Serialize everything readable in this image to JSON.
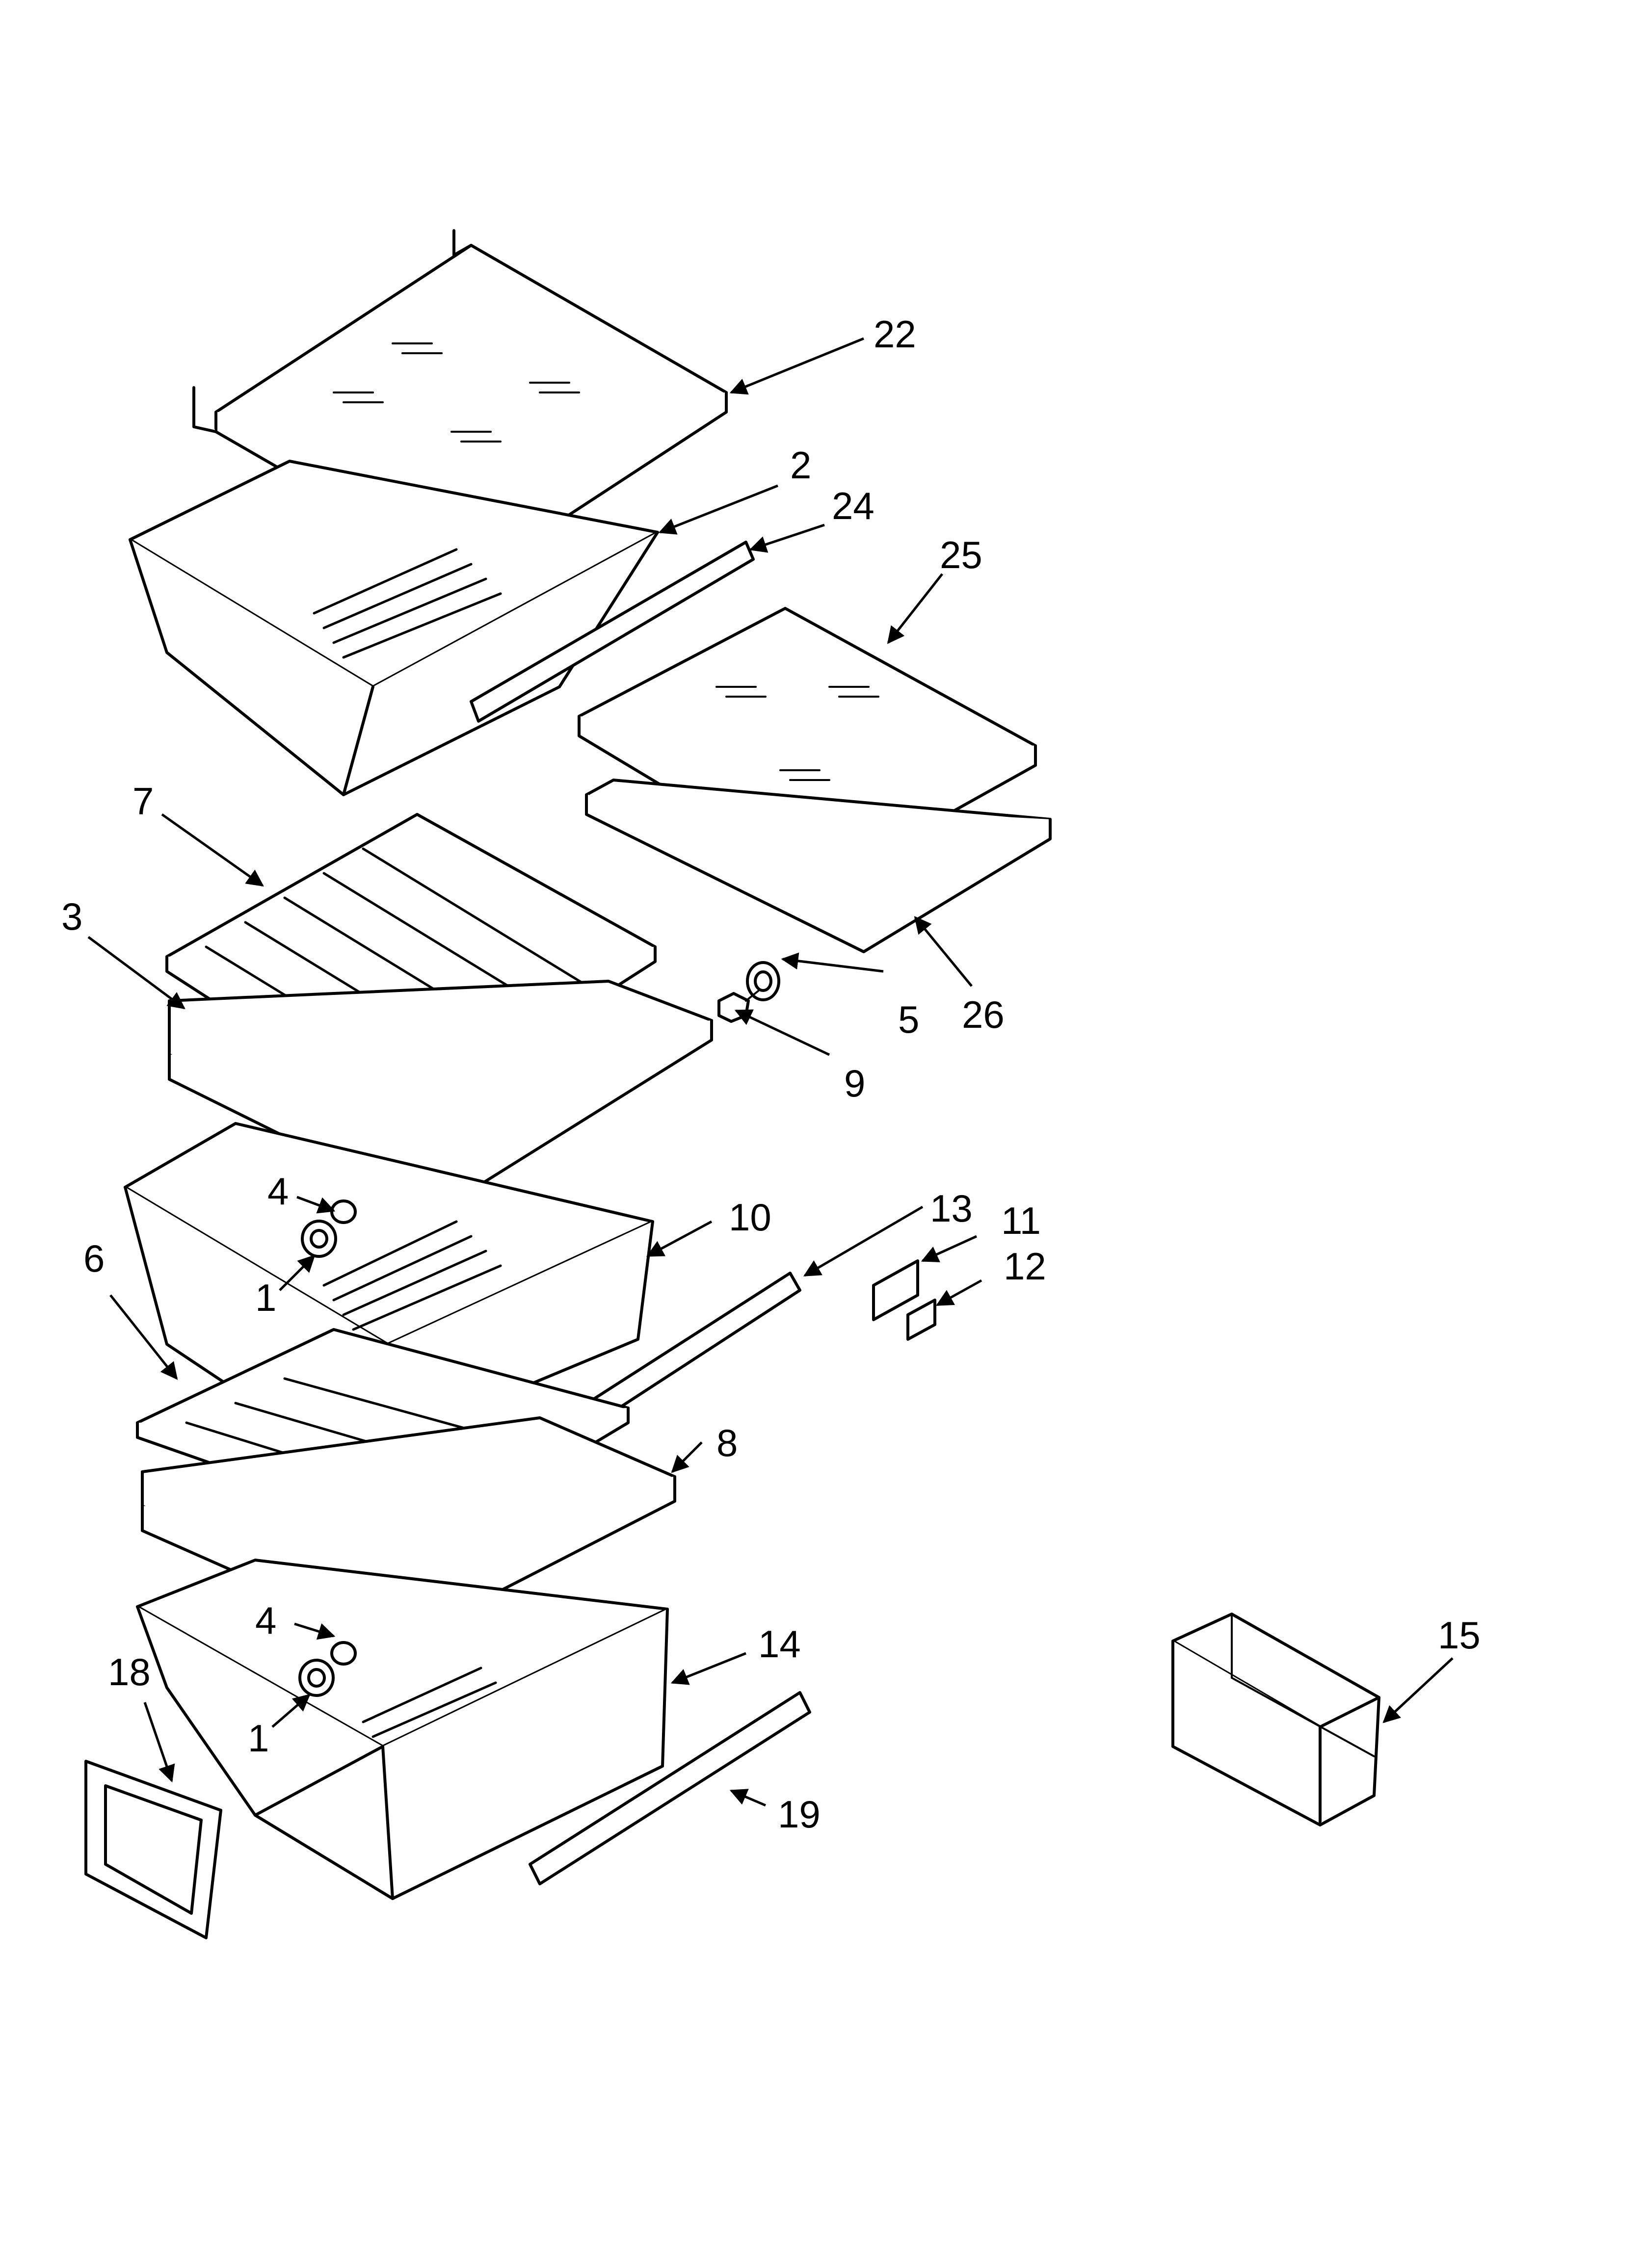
{
  "diagram": {
    "callouts": [
      {
        "label": "22"
      },
      {
        "label": "2"
      },
      {
        "label": "24"
      },
      {
        "label": "25"
      },
      {
        "label": "7"
      },
      {
        "label": "3"
      },
      {
        "label": "5"
      },
      {
        "label": "26"
      },
      {
        "label": "9"
      },
      {
        "label": "4"
      },
      {
        "label": "10"
      },
      {
        "label": "13"
      },
      {
        "label": "11"
      },
      {
        "label": "12"
      },
      {
        "label": "1"
      },
      {
        "label": "6"
      },
      {
        "label": "8"
      },
      {
        "label": "4"
      },
      {
        "label": "14"
      },
      {
        "label": "15"
      },
      {
        "label": "18"
      },
      {
        "label": "1"
      },
      {
        "label": "19"
      }
    ]
  }
}
